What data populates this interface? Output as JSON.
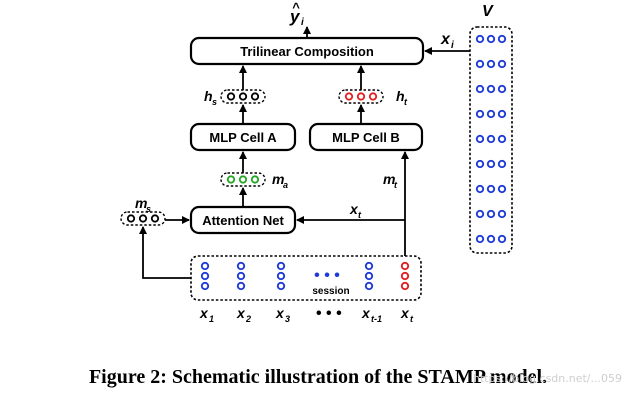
{
  "colors": {
    "blue": "#1f3bd6",
    "red": "#e02020",
    "green": "#1fa51f",
    "black": "#000000"
  },
  "diagram": {
    "output": {
      "main": "y",
      "hat": "^",
      "sub": "i"
    },
    "trilinear_label": "Trilinear Composition",
    "mlp_a_label": "MLP Cell A",
    "mlp_b_label": "MLP Cell B",
    "attention_label": "Attention Net",
    "session_label": "session",
    "V_label": "V",
    "xi_label": {
      "main": "x",
      "sub": "i"
    },
    "hs_label": {
      "main": "h",
      "sub": "s"
    },
    "ht_label": {
      "main": "h",
      "sub": "t"
    },
    "ma_label": {
      "main": "m",
      "sub": "a"
    },
    "ms_label": {
      "main": "m",
      "sub": "s"
    },
    "mt_label": {
      "main": "m",
      "sub": "t"
    },
    "xt_arrow_label": {
      "main": "x",
      "sub": "t"
    },
    "session_inputs": [
      {
        "main": "x",
        "sub": "1"
      },
      {
        "main": "x",
        "sub": "2"
      },
      {
        "main": "x",
        "sub": "3"
      },
      {
        "main": "• • •",
        "sub": ""
      },
      {
        "main": "x",
        "sub": "t-1"
      },
      {
        "main": "x",
        "sub": "t"
      }
    ],
    "ellipsis": "• • •",
    "vector_rows": 9
  },
  "caption": "Figure 2: Schematic illustration of the STAMP model.",
  "watermark": "https://blog.csdn.net/...059"
}
